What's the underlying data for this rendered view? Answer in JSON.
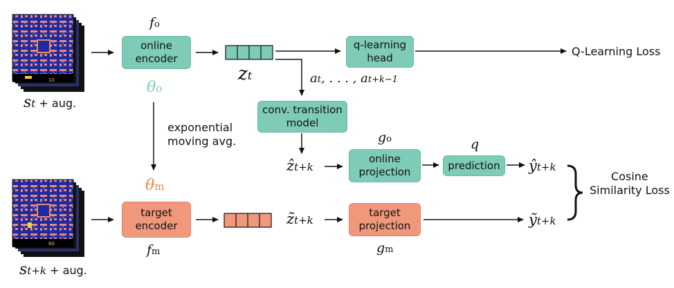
{
  "boxes": {
    "online_encoder": "online\nencoder",
    "target_encoder": "target\nencoder",
    "q_head": "q-learning\nhead",
    "transition": "conv. transition\nmodel",
    "online_proj": "online\nprojection",
    "target_proj": "target\nprojection",
    "prediction": "prediction"
  },
  "labels": {
    "q_loss": "Q-Learning Loss",
    "cosine_loss": "Cosine\nSimilarity Loss",
    "ema": "exponential\nmoving avg.",
    "aug": "+ aug.",
    "f": "f",
    "f_o_sub": "o",
    "f_m_sub": "m",
    "theta": "θ",
    "theta_o_sub": "o",
    "theta_m_sub": "m",
    "z": "z",
    "z_t_sub": "t",
    "s": "s",
    "s_t_sub": "t",
    "s_tk_sub": "t+k",
    "actions": "a",
    "actions_rest": ", . . . , a",
    "actions_sub1": "t",
    "actions_sub2": "t+k−1",
    "z_hat": "ẑ",
    "z_tilde": "z̃",
    "tk_sub": "t+k",
    "g": "g",
    "g_o_sub": "o",
    "g_m_sub": "m",
    "q": "q",
    "y_hat": "ŷ",
    "y_tilde": "ỹ"
  },
  "colors": {
    "green": "#7ecbb7",
    "orange": "#f0987c",
    "theta_o": "#7ecbb7",
    "theta_m": "#e8884a"
  },
  "icons": {
    "game_frame": "pacman-frame-stack"
  }
}
